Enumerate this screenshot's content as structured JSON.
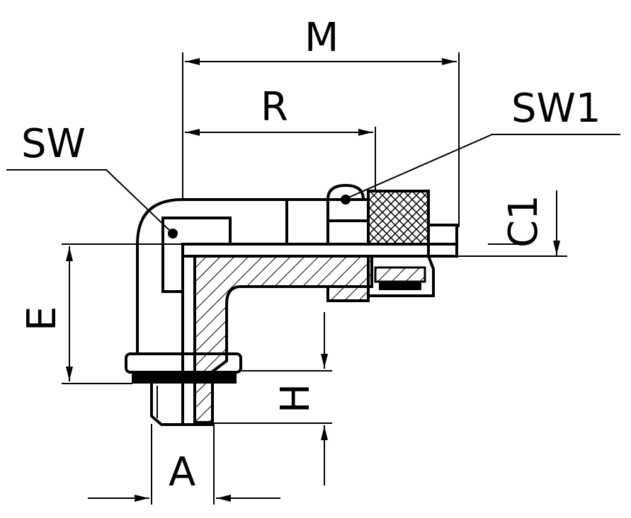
{
  "labels": {
    "M": "M",
    "R": "R",
    "SW1": "SW1",
    "SW": "SW",
    "C1": "C1",
    "E": "E",
    "H": "H",
    "A": "A"
  },
  "colors": {
    "line": "#000000",
    "background": "#ffffff"
  }
}
